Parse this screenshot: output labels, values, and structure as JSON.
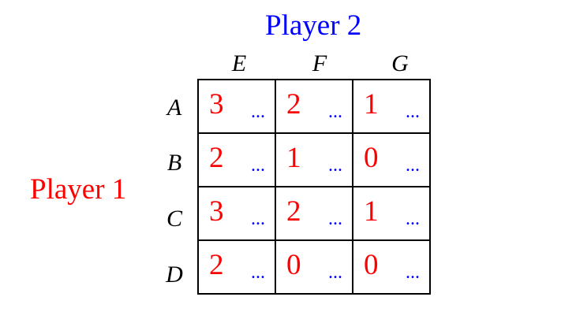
{
  "colors": {
    "player1": "#ff0000",
    "player2": "#0000ff",
    "labels": "#000000",
    "grid": "#000000"
  },
  "player2_label": "Player 2",
  "player1_label": "Player 1",
  "columns": [
    "E",
    "F",
    "G"
  ],
  "rows": [
    {
      "label": "A",
      "cells": [
        {
          "p1": "3",
          "p2": "..."
        },
        {
          "p1": "2",
          "p2": "..."
        },
        {
          "p1": "1",
          "p2": "..."
        }
      ]
    },
    {
      "label": "B",
      "cells": [
        {
          "p1": "2",
          "p2": "..."
        },
        {
          "p1": "1",
          "p2": "..."
        },
        {
          "p1": "0",
          "p2": "..."
        }
      ]
    },
    {
      "label": "C",
      "cells": [
        {
          "p1": "3",
          "p2": "..."
        },
        {
          "p1": "2",
          "p2": "..."
        },
        {
          "p1": "1",
          "p2": "..."
        }
      ]
    },
    {
      "label": "D",
      "cells": [
        {
          "p1": "2",
          "p2": "..."
        },
        {
          "p1": "0",
          "p2": "..."
        },
        {
          "p1": "0",
          "p2": "..."
        }
      ]
    }
  ]
}
